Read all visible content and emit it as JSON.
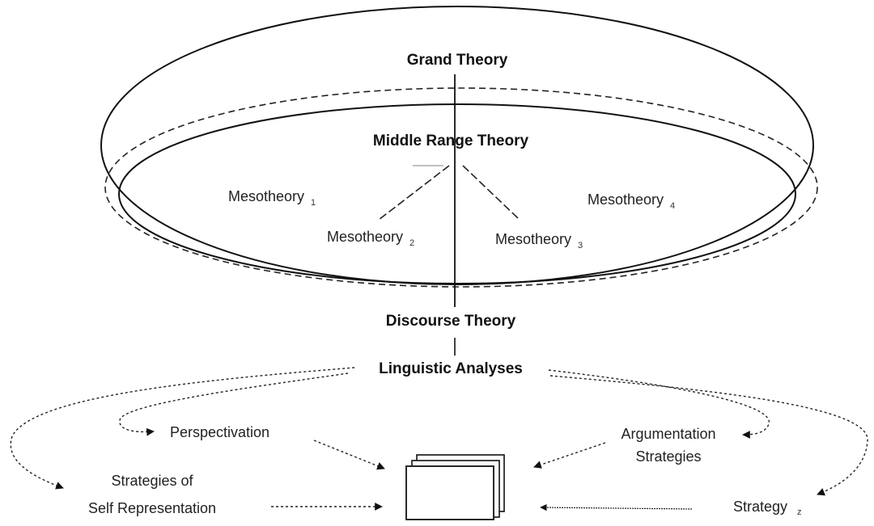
{
  "diagram": {
    "grand_theory": "Grand Theory",
    "middle_range_theory": "Middle Range Theory",
    "mesotheory_1": "Mesotheory",
    "mesotheory_1_sub": "1",
    "mesotheory_2": "Mesotheory",
    "mesotheory_2_sub": "2",
    "mesotheory_3": "Mesotheory",
    "mesotheory_3_sub": "3",
    "mesotheory_4": "Mesotheory",
    "mesotheory_4_sub": "4",
    "discourse_theory": "Discourse Theory",
    "linguistic_analyses": "Linguistic Analyses",
    "perspectivation": "Perspectivation",
    "argumentation_line1": "Argumentation",
    "argumentation_line2": "Strategies",
    "self_rep_line1": "Strategies of",
    "self_rep_line2": "Self Representation",
    "strategy": "Strategy",
    "strategy_sub": "z"
  }
}
